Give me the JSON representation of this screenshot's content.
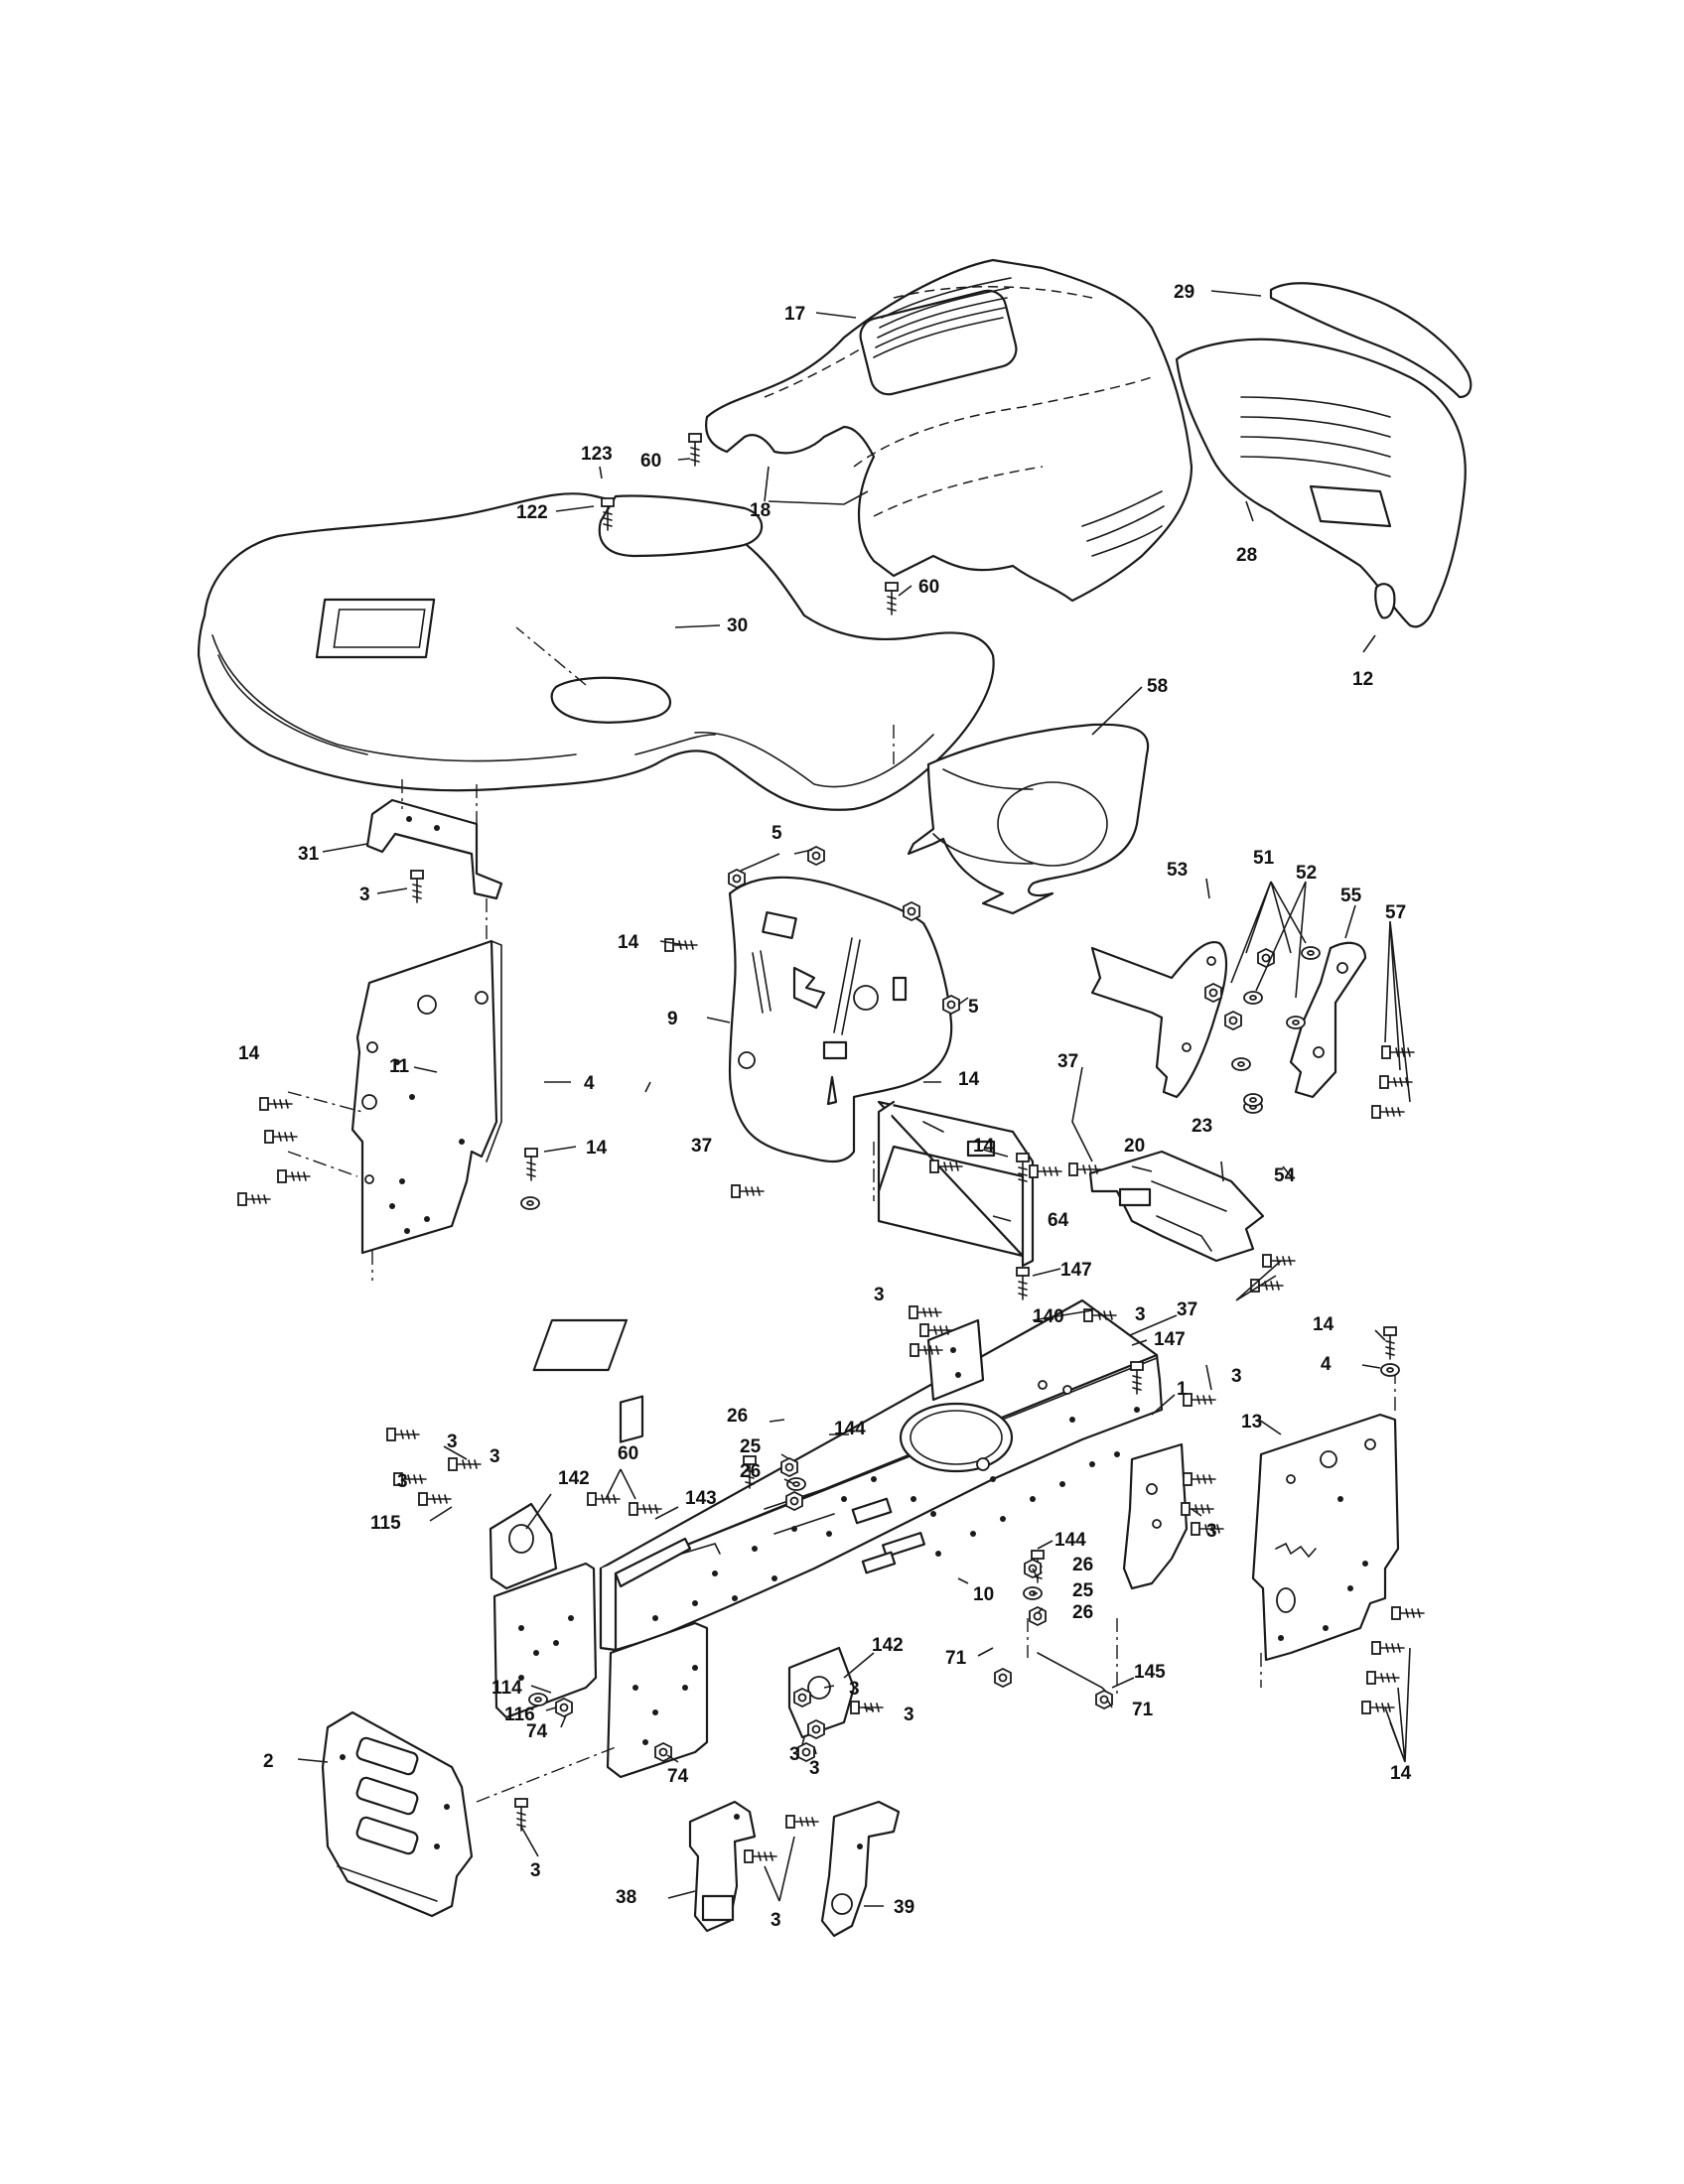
{
  "callouts": [
    {
      "id": "c17",
      "text": "17"
    },
    {
      "id": "c29",
      "text": "29"
    },
    {
      "id": "c123",
      "text": "123"
    },
    {
      "id": "c60a",
      "text": "60"
    },
    {
      "id": "c122",
      "text": "122"
    },
    {
      "id": "c18",
      "text": "18"
    },
    {
      "id": "c28",
      "text": "28"
    },
    {
      "id": "c60b",
      "text": "60"
    },
    {
      "id": "c30",
      "text": "30"
    },
    {
      "id": "c12",
      "text": "12"
    },
    {
      "id": "c58",
      "text": "58"
    },
    {
      "id": "c31",
      "text": "31"
    },
    {
      "id": "c3a",
      "text": "3"
    },
    {
      "id": "c5a",
      "text": "5"
    },
    {
      "id": "c53",
      "text": "53"
    },
    {
      "id": "c51",
      "text": "51"
    },
    {
      "id": "c52",
      "text": "52"
    },
    {
      "id": "c55",
      "text": "55"
    },
    {
      "id": "c57",
      "text": "57"
    },
    {
      "id": "c14a",
      "text": "14"
    },
    {
      "id": "c5b",
      "text": "5"
    },
    {
      "id": "c9",
      "text": "9"
    },
    {
      "id": "c14b",
      "text": "14"
    },
    {
      "id": "c11",
      "text": "11"
    },
    {
      "id": "c14c",
      "text": "14"
    },
    {
      "id": "c4a",
      "text": "4"
    },
    {
      "id": "c14d",
      "text": "14"
    },
    {
      "id": "c14e",
      "text": "14"
    },
    {
      "id": "c37a",
      "text": "37"
    },
    {
      "id": "c37b",
      "text": "37"
    },
    {
      "id": "c20",
      "text": "20"
    },
    {
      "id": "c23",
      "text": "23"
    },
    {
      "id": "c54",
      "text": "54"
    },
    {
      "id": "c64",
      "text": "64"
    },
    {
      "id": "c147a",
      "text": "147"
    },
    {
      "id": "c37c",
      "text": "37"
    },
    {
      "id": "c3b",
      "text": "3"
    },
    {
      "id": "c140",
      "text": "140"
    },
    {
      "id": "c3c",
      "text": "3"
    },
    {
      "id": "c147b",
      "text": "147"
    },
    {
      "id": "c14f",
      "text": "14"
    },
    {
      "id": "c4b",
      "text": "4"
    },
    {
      "id": "c3d",
      "text": "3"
    },
    {
      "id": "c144a",
      "text": "144"
    },
    {
      "id": "c1",
      "text": "1"
    },
    {
      "id": "c26a",
      "text": "26"
    },
    {
      "id": "c13",
      "text": "13"
    },
    {
      "id": "c25a",
      "text": "25"
    },
    {
      "id": "c26b",
      "text": "26"
    },
    {
      "id": "c3e",
      "text": "3"
    },
    {
      "id": "c3f",
      "text": "3"
    },
    {
      "id": "c60c",
      "text": "60"
    },
    {
      "id": "c3g",
      "text": "3"
    },
    {
      "id": "c142a",
      "text": "142"
    },
    {
      "id": "c143",
      "text": "143"
    },
    {
      "id": "c115",
      "text": "115"
    },
    {
      "id": "c3h",
      "text": "3"
    },
    {
      "id": "c144b",
      "text": "144"
    },
    {
      "id": "c26c",
      "text": "26"
    },
    {
      "id": "c10",
      "text": "10"
    },
    {
      "id": "c25b",
      "text": "25"
    },
    {
      "id": "c26d",
      "text": "26"
    },
    {
      "id": "c71a",
      "text": "71"
    },
    {
      "id": "c142b",
      "text": "142"
    },
    {
      "id": "c145",
      "text": "145"
    },
    {
      "id": "c114",
      "text": "114"
    },
    {
      "id": "c3i",
      "text": "3"
    },
    {
      "id": "c71b",
      "text": "71"
    },
    {
      "id": "c116",
      "text": "116"
    },
    {
      "id": "c3j",
      "text": "3"
    },
    {
      "id": "c74a",
      "text": "74"
    },
    {
      "id": "c2",
      "text": "2"
    },
    {
      "id": "c3k",
      "text": "3"
    },
    {
      "id": "c3l",
      "text": "3"
    },
    {
      "id": "c74b",
      "text": "74"
    },
    {
      "id": "c14g",
      "text": "14"
    },
    {
      "id": "c3m",
      "text": "3"
    },
    {
      "id": "c38",
      "text": "38"
    },
    {
      "id": "c39",
      "text": "39"
    },
    {
      "id": "c3n",
      "text": "3"
    }
  ]
}
